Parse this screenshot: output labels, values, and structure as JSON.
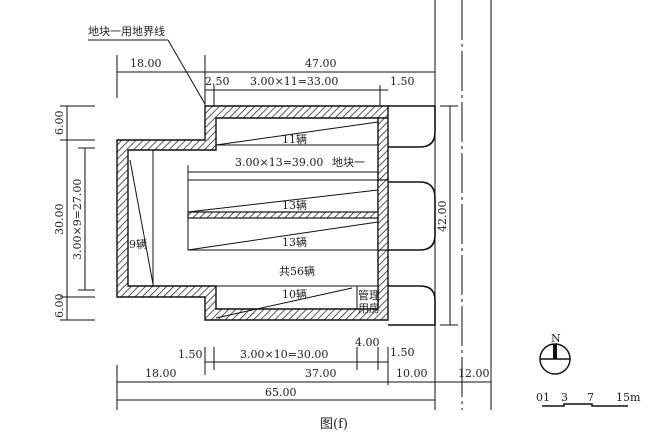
{
  "title_label": "地块一用地界线",
  "plot_label": "地块一",
  "caption": "图(f)",
  "total": "共56辆",
  "rows": {
    "top": "11辆",
    "mid1": "13辆",
    "mid2": "13辆",
    "bottom": "10辆",
    "left": "9辆",
    "mgmt1": "管理",
    "mgmt2": "用房"
  },
  "dims": {
    "top_left": "18.00",
    "top_right": "47.00",
    "top_a": "2.50",
    "top_b": "3.00×11=33.00",
    "top_c": "1.50",
    "mid": "3.00×13=39.00",
    "left_6a": "6.00",
    "left_30": "30.00",
    "left_27": "3.00×9=27.00",
    "left_6b": "6.00",
    "right_42": "42.00",
    "bot_a": "1.50",
    "bot_b": "3.00×10=30.00",
    "bot_c": "4.00",
    "bot_d": "1.50",
    "bot_18": "18.00",
    "bot_37": "37.00",
    "bot_10": "10.00",
    "bot_12": "12.00",
    "bot_65": "65.00"
  },
  "north": "N",
  "scale": {
    "t0": "01",
    "t1": "3",
    "t2": "7",
    "t3": "15m"
  }
}
